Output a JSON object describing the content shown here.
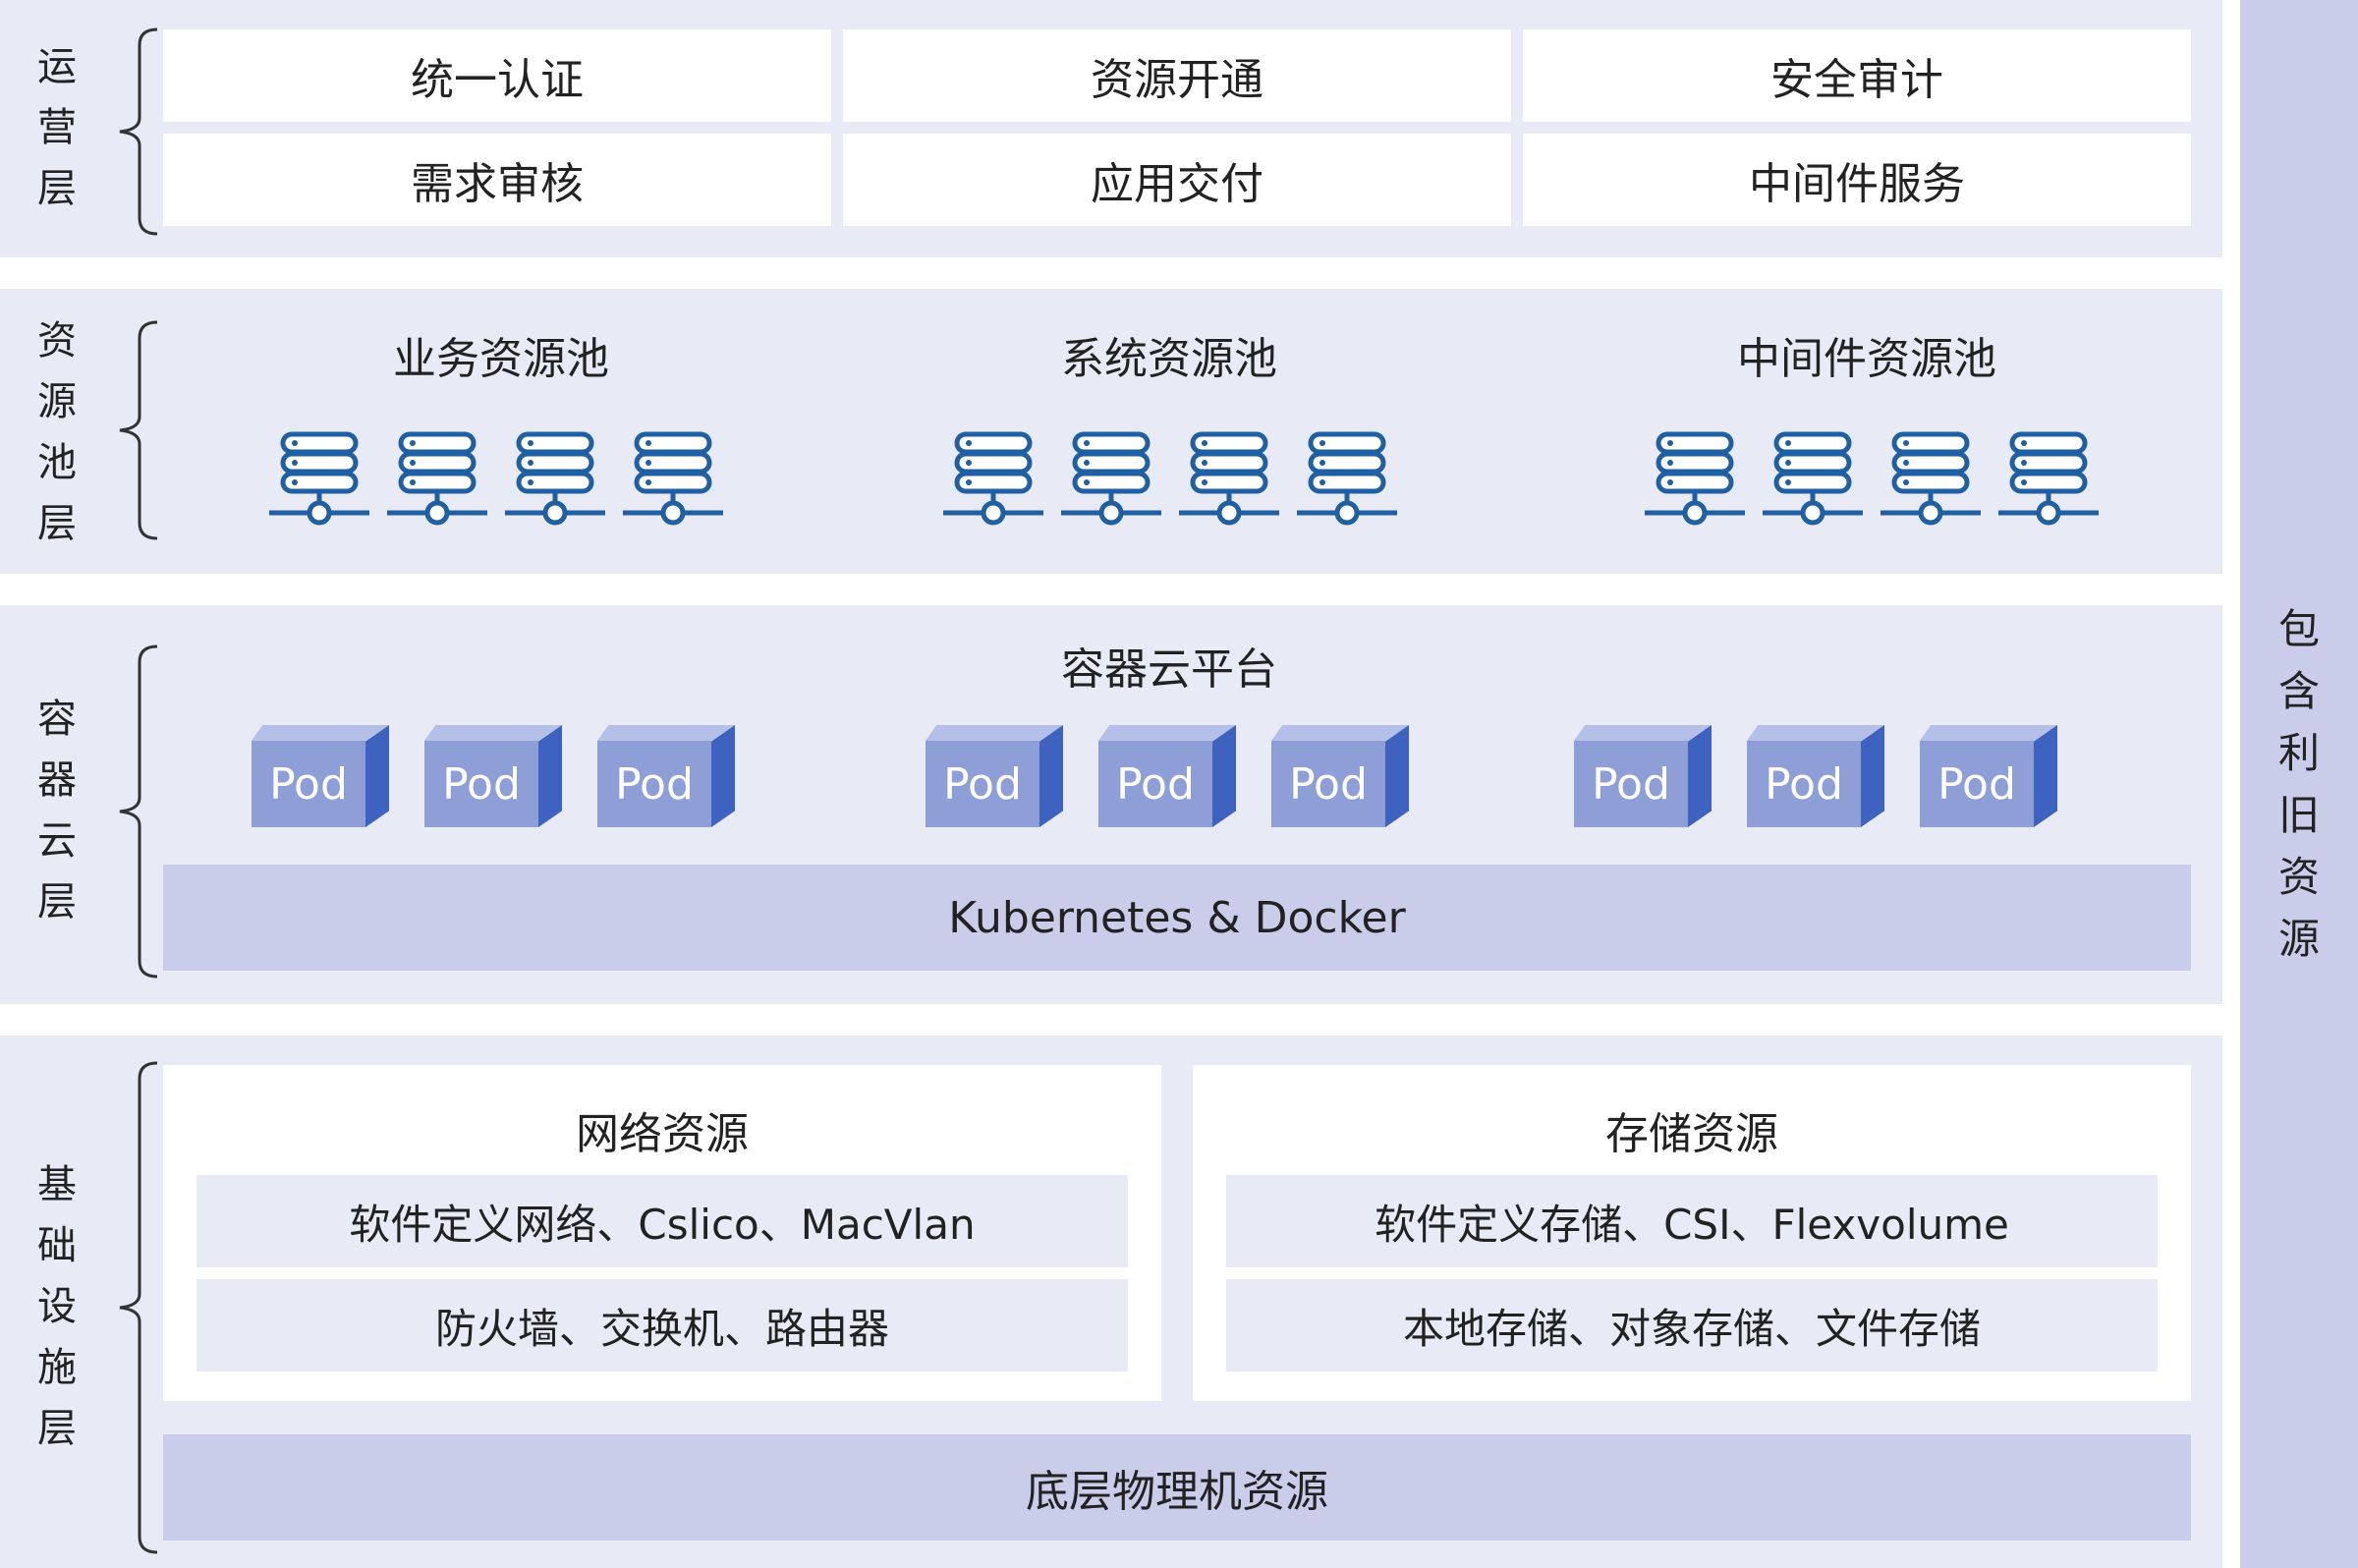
{
  "right_label": [
    "包",
    "含",
    "利",
    "旧",
    "资",
    "源"
  ],
  "operations": {
    "label": [
      "运",
      "营",
      "层"
    ],
    "row1": [
      "统一认证",
      "资源开通",
      "安全审计"
    ],
    "row2": [
      "需求审核",
      "应用交付",
      "中间件服务"
    ]
  },
  "pool": {
    "label": [
      "资",
      "源",
      "池",
      "层"
    ],
    "titles": [
      "业务资源池",
      "系统资源池",
      "中间件资源池"
    ]
  },
  "container": {
    "label": [
      "容",
      "器",
      "云",
      "层"
    ],
    "title": "容器云平台",
    "pod_label": "Pod",
    "platform": "Kubernetes & Docker"
  },
  "infra": {
    "label": [
      "基",
      "础",
      "设",
      "施",
      "层"
    ],
    "network": {
      "title": "网络资源",
      "items": [
        "软件定义网络、Cslico、MacVlan",
        "防火墙、交换机、路由器"
      ]
    },
    "storage": {
      "title": "存储资源",
      "items": [
        "软件定义存储、CSI、Flexvolume",
        "本地存储、对象存储、文件存储"
      ]
    },
    "physical": "底层物理机资源"
  },
  "colors": {
    "layer_bg": "#e8ebf5",
    "bar": "#c9cde9",
    "icon": "#1f5fa3",
    "pod_front": "#8e9fd8",
    "pod_side": "#3e62bf"
  }
}
